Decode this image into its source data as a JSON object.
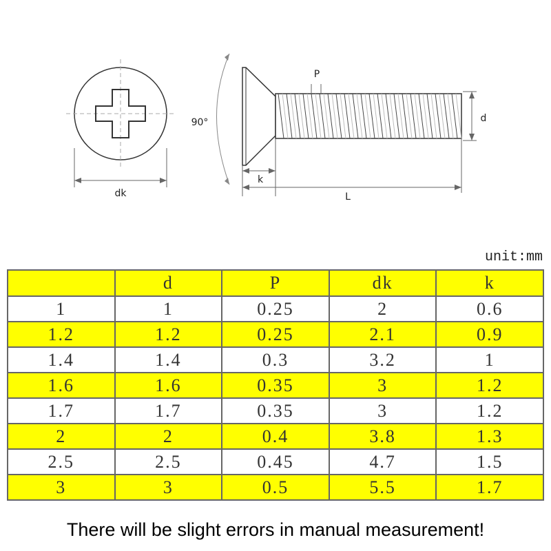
{
  "diagram": {
    "labels": {
      "p": "P",
      "angle": "90°",
      "d": "d",
      "dk": "dk",
      "k": "k",
      "l": "L"
    }
  },
  "unit": "unit:mm",
  "table": {
    "headers": [
      "",
      "d",
      "P",
      "dk",
      "k"
    ],
    "rows": [
      [
        "1",
        "1",
        "0.25",
        "2",
        "0.6"
      ],
      [
        "1.2",
        "1.2",
        "0.25",
        "2.1",
        "0.9"
      ],
      [
        "1.4",
        "1.4",
        "0.3",
        "3.2",
        "1"
      ],
      [
        "1.6",
        "1.6",
        "0.35",
        "3",
        "1.2"
      ],
      [
        "1.7",
        "1.7",
        "0.35",
        "3",
        "1.2"
      ],
      [
        "2",
        "2",
        "0.4",
        "3.8",
        "1.3"
      ],
      [
        "2.5",
        "2.5",
        "0.45",
        "4.7",
        "1.5"
      ],
      [
        "3",
        "3",
        "0.5",
        "5.5",
        "1.7"
      ]
    ],
    "colors": {
      "highlight": "#ffff00",
      "plain": "#ffffff",
      "border": "#666666"
    }
  },
  "note": "There will be slight errors in manual measurement!"
}
